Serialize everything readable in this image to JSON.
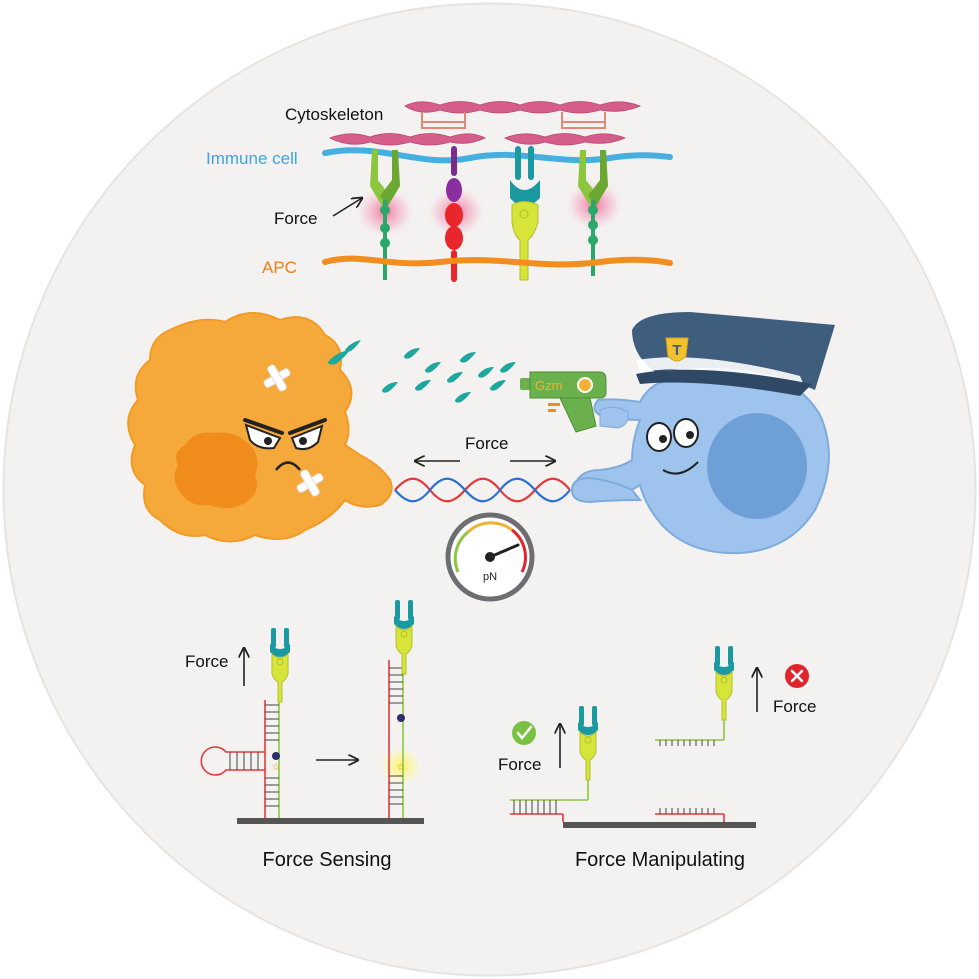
{
  "labels": {
    "cytoskeleton": "Cytoskeleton",
    "immune_cell": "Immune cell",
    "force_top": "Force",
    "apc": "APC",
    "force_middle": "Force",
    "gauge_unit": "pN",
    "gun_label": "Gzm",
    "badge_letter": "T",
    "force_sensing_arrow": "Force",
    "force_manip_left": "Force",
    "force_manip_right": "Force",
    "force_sensing_title": "Force Sensing",
    "force_manipulating_title": "Force Manipulating"
  },
  "colors": {
    "background_disc": "#f3f2f1",
    "immune_membrane": "#45b0e0",
    "apc_membrane": "#f28e1e",
    "immune_label": "#3aa6dd",
    "apc_label": "#ef7d1a",
    "cytoskeleton": "#d45d8a",
    "apc_cell": "#f6a93b",
    "t_cell": "#9ec3ec",
    "hat": "#3f5d7d",
    "gun": "#6ab04c",
    "spray": "#1fa79e",
    "receptor_teal": "#1a9aa0",
    "receptor_lime": "#d7e43a",
    "check_green": "#7ac143",
    "cross_red": "#e0262c"
  },
  "icons": [
    "speedometer-icon",
    "check-icon",
    "cross-icon",
    "arrow-icon"
  ]
}
